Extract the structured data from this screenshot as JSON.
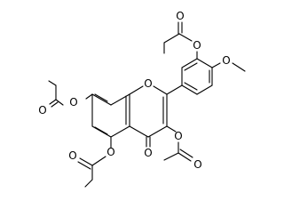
{
  "diagram": {
    "atom_labels": {
      "ring_oxygen": "O",
      "carbonyl_oxygen": "O",
      "o_acetoxy_3p": "O",
      "o_carbonyl_3p": "O",
      "o_methoxy_4p": "O",
      "o_acetoxy_7": "O",
      "o_carbonyl_7": "O",
      "o_acetoxy_5": "O",
      "o_carbonyl_5": "O",
      "o_acetoxy_3": "O",
      "o_carbonyl_3": "O"
    },
    "colors": {
      "bond": "#000000",
      "background": "#ffffff"
    }
  }
}
